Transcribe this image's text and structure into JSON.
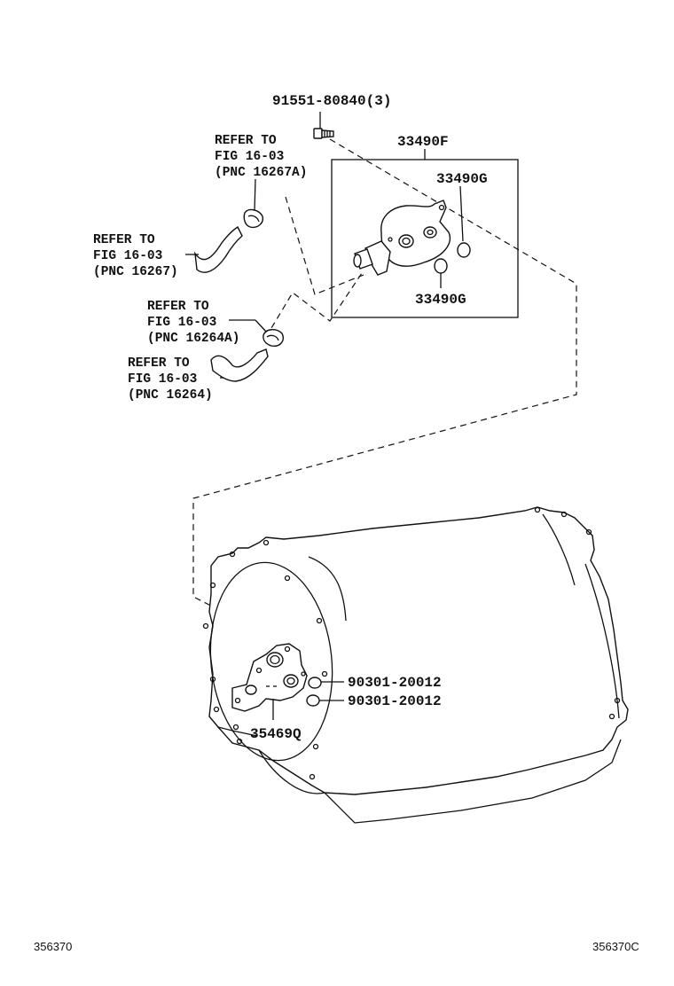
{
  "labels": {
    "bolt": "91551-80840(3)",
    "cooler_assy": "33490F",
    "gasket_upper": "33490G",
    "gasket_lower": "33490G",
    "adapter": "35469Q",
    "oring_upper": "90301-20012",
    "oring_lower": "90301-20012"
  },
  "refs": {
    "r1": [
      "REFER TO",
      "FIG 16-03",
      "(PNC 16267A)"
    ],
    "r2": [
      "REFER TO",
      "FIG 16-03",
      "(PNC 16267)"
    ],
    "r3": [
      "REFER TO",
      "FIG 16-03",
      "(PNC 16264A)"
    ],
    "r4": [
      "REFER TO",
      "FIG 16-03",
      "(PNC 16264)"
    ]
  },
  "footer": {
    "left": "356370",
    "right": "356370C"
  }
}
